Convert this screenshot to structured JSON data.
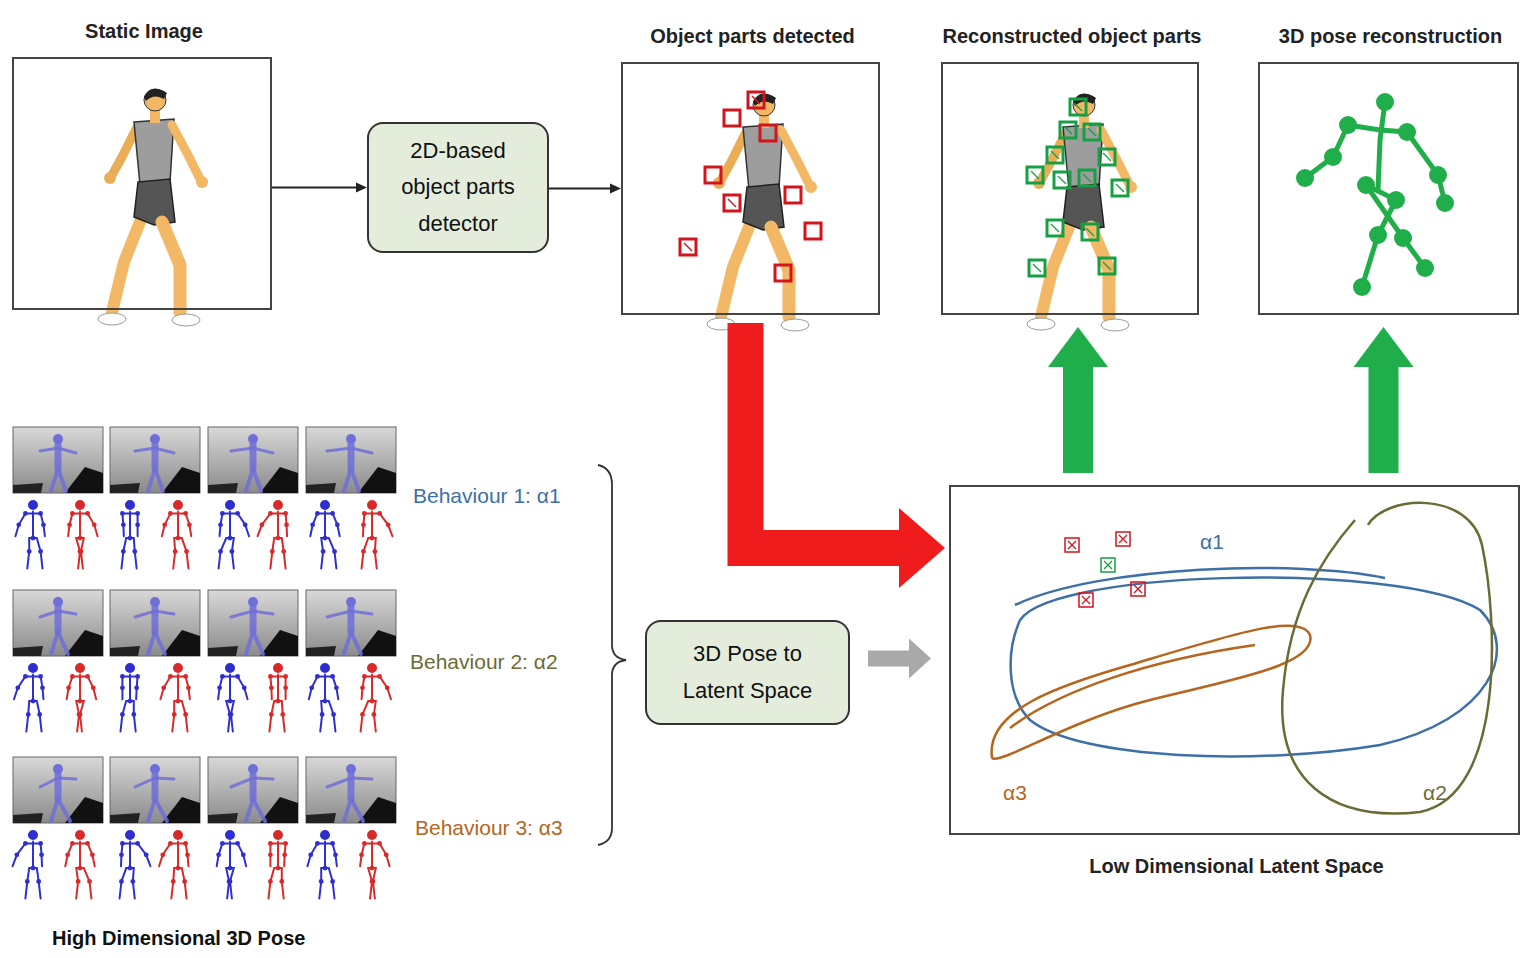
{
  "diagram": {
    "nodes": [
      {
        "text": [
          "Static Image"
        ]
      },
      {
        "text": [
          "2D-based object parts detector"
        ]
      },
      {
        "text": [
          "Object parts detected"
        ]
      },
      {
        "text": [
          "Reconstructed object parts"
        ]
      },
      {
        "text": [
          "3D pose reconstruction"
        ]
      },
      {
        "text": [
          "3D Pose to Latent Space"
        ]
      },
      {
        "text": [
          "Low Dimensional Latent Space"
        ]
      }
    ],
    "edges": [
      {
        "from": 0,
        "to": 1,
        "arrow": "to"
      },
      {
        "from": 1,
        "to": 2,
        "arrow": "to"
      },
      {
        "from": 2,
        "to": 6,
        "arrow": "to"
      },
      {
        "from": 5,
        "to": 6,
        "arrow": "to"
      },
      {
        "from": 6,
        "to": 3,
        "arrow": "to"
      },
      {
        "from": 6,
        "to": 4,
        "arrow": "to"
      }
    ],
    "labels": [
      "Behaviour 1: α1",
      "Behaviour 2: α2",
      "Behaviour 3: α3",
      "High Dimensional 3D Pose",
      "α1",
      "α3",
      "α2"
    ]
  }
}
